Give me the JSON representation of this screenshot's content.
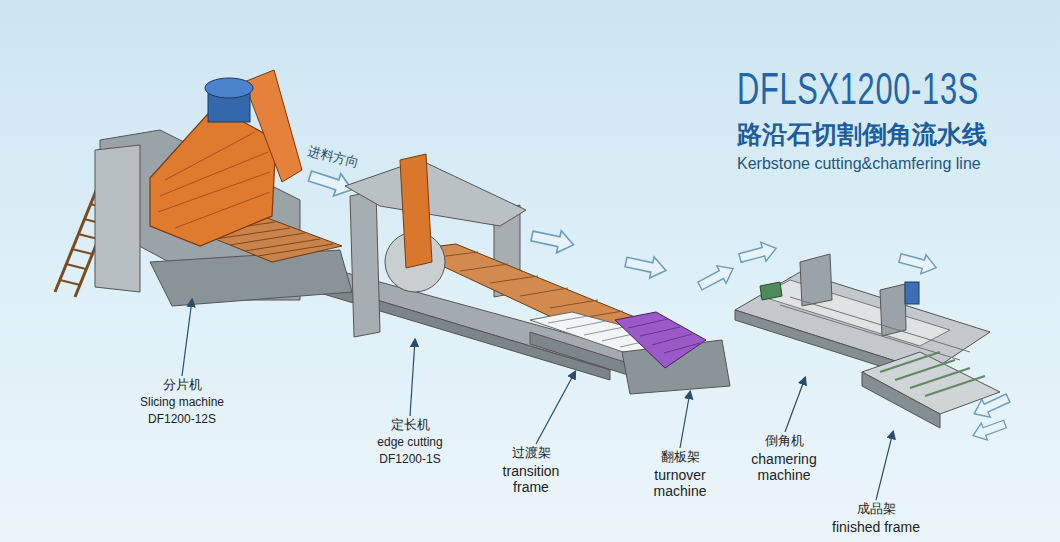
{
  "diagram": {
    "title": "DFLSX1200-13S",
    "labels": [
      "路沿石切割倒角流水线",
      "Kerbstone cutting&chamfering line",
      "进料方向",
      "分片机",
      "Slicing machine",
      "DF1200-12S",
      "定长机",
      "edge cutting",
      "DF1200-1S",
      "过渡架",
      "transition frame",
      "翻板架",
      "turnover machine",
      "倒角机",
      "chamering machine",
      "成品架",
      "finished frame"
    ]
  }
}
